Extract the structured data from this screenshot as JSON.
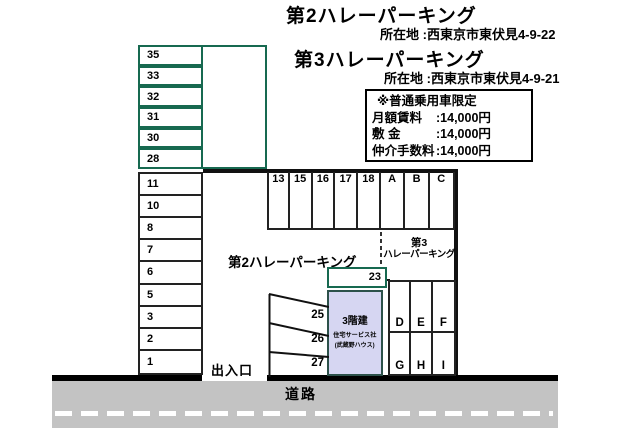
{
  "colors": {
    "green": "#176950",
    "building_fill": "#d6d6f2",
    "road_gray": "#c3c3c3"
  },
  "titles": {
    "lot2": {
      "name": "第2ハレーパーキング",
      "address": "所在地 :西東京市東伏見4-9-22"
    },
    "lot3": {
      "name": "第3ハレーパーキング",
      "address": "所在地 :西東京市東伏見4-9-21"
    }
  },
  "price_box": {
    "note": "※普通乗用車限定",
    "rows": [
      {
        "label": "月額賃料",
        "value": ":14,000円"
      },
      {
        "label": "敷 金",
        "value": ":14,000円"
      },
      {
        "label": "仲介手数料",
        "value": ":14,000円"
      }
    ]
  },
  "upper_lot": {
    "spaces": [
      "35",
      "33",
      "32",
      "31",
      "30",
      "28"
    ]
  },
  "left_column": {
    "spaces": [
      "11",
      "10",
      "8",
      "7",
      "6",
      "5",
      "3",
      "2",
      "1"
    ]
  },
  "top_row": {
    "spaces": [
      "13",
      "15",
      "16",
      "17",
      "18",
      "A",
      "B",
      "C"
    ]
  },
  "area_labels": {
    "lot2": "第2ハレーパーキング",
    "lot3_line1": "第3",
    "lot3_line2": "ハレーパーキング"
  },
  "space_23": "23",
  "diagonal_spaces": [
    "25",
    "26",
    "27"
  ],
  "building": {
    "line1": "3階建",
    "line2": "住宅サービス社",
    "line3": "(武蔵野ハウス)"
  },
  "letters": [
    "D",
    "E",
    "F",
    "G",
    "H",
    "I"
  ],
  "entrance_label": "出入口",
  "road_label": "道路"
}
